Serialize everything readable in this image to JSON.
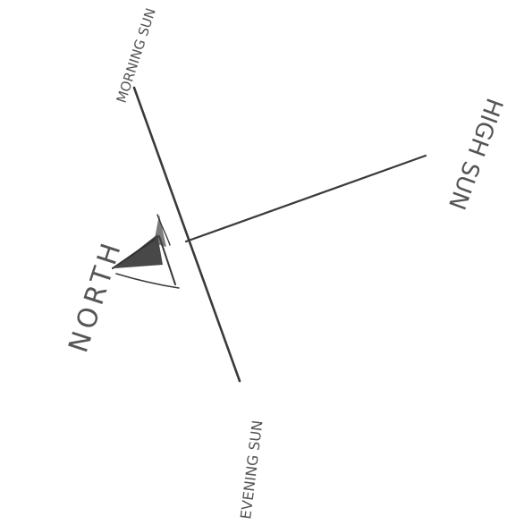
{
  "labels": {
    "morning": "MORNING SUN",
    "evening": "EVENING SUN",
    "high": "HIGH SUN",
    "north": "NORTH"
  },
  "colors": {
    "pencil": "#3a3a3a",
    "text": "#555555",
    "background": "#ffffff"
  }
}
